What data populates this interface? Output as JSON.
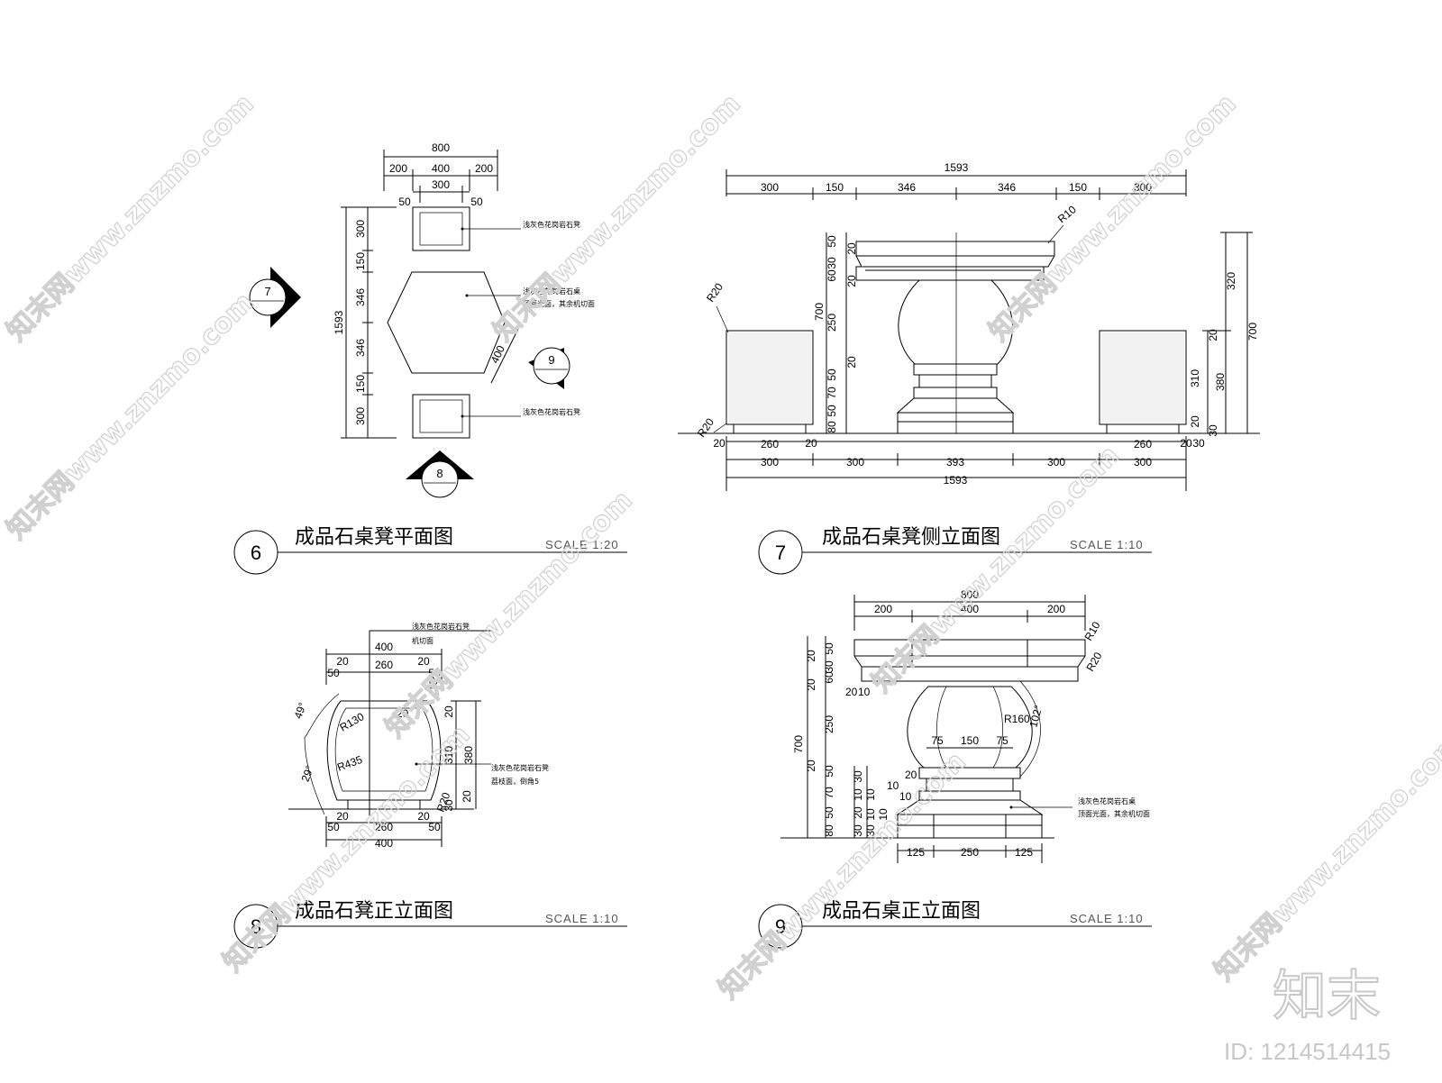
{
  "views": {
    "plan": {
      "number": "6",
      "title": "成品石桌凳平面图",
      "scale": "SCALE  1:20",
      "dims_top": [
        "800",
        "200",
        "400",
        "200",
        "300",
        "50",
        "50"
      ],
      "dims_left": [
        "1593",
        "300",
        "150",
        "346",
        "346",
        "150",
        "300"
      ],
      "dim_diag": "400",
      "notes": [
        "浅灰色花岗岩石凳",
        "浅灰色花岗岩石桌",
        "顶面光面，其余机切面",
        "浅灰色花岗岩石凳"
      ],
      "markers": [
        "7",
        "9",
        "8"
      ]
    },
    "side": {
      "number": "7",
      "title": "成品石桌凳侧立面图",
      "scale": "SCALE  1:10",
      "dims_top": [
        "1593",
        "300",
        "150",
        "346",
        "346",
        "150",
        "300"
      ],
      "dims_bottom": [
        "20",
        "260",
        "20",
        "260",
        "20",
        "30",
        "300",
        "300",
        "393",
        "300",
        "300",
        "1593"
      ],
      "dims_left": [
        "50",
        "20",
        "30",
        "60",
        "20",
        "700",
        "250",
        "20",
        "50",
        "70",
        "50",
        "80"
      ],
      "dims_right": [
        "320",
        "700",
        "20",
        "310",
        "380",
        "20",
        "30"
      ],
      "radii": [
        "R10",
        "R20",
        "R20"
      ]
    },
    "stool": {
      "number": "8",
      "title": "成品石凳正立面图",
      "scale": "SCALE  1:10",
      "dims_top": [
        "400",
        "20",
        "260",
        "20",
        "50",
        "50"
      ],
      "dims_bottom": [
        "20",
        "260",
        "20",
        "50",
        "50",
        "400"
      ],
      "dims_right": [
        "20",
        "310",
        "380",
        "30",
        "20"
      ],
      "labels": [
        "R20",
        "R130",
        "R435",
        "R20",
        "49°",
        "29°",
        "20"
      ],
      "notes": [
        "浅灰色花岗岩石凳",
        "机切面",
        "浅灰色花岗岩石凳",
        "荔枝面，倒角5"
      ]
    },
    "table": {
      "number": "9",
      "title": "成品石桌正立面图",
      "scale": "SCALE  1:10",
      "dims_top": [
        "800",
        "200",
        "400",
        "200"
      ],
      "dims_inner": [
        "75",
        "150",
        "75"
      ],
      "dims_bottom": [
        "125",
        "250",
        "125"
      ],
      "dims_left": [
        "20",
        "50",
        "30",
        "60",
        "20",
        "20",
        "10",
        "700",
        "250",
        "20",
        "50",
        "70",
        "50",
        "80"
      ],
      "dims_left2": [
        "20",
        "10",
        "10",
        "30",
        "10",
        "10",
        "20",
        "30",
        "30",
        "10",
        "10"
      ],
      "labels": [
        "R10",
        "R20",
        "R160",
        "102°"
      ],
      "notes": [
        "浅灰色花岗岩石桌",
        "顶面光面，其余机切面"
      ]
    }
  },
  "watermarks": [
    "知末网www.znzmo.com",
    "知末网www.znzmo.com",
    "知末网www.znzmo.com",
    "知末网www.znzmo.com",
    "知末网www.znzmo.com",
    "知末网www.znzmo.com",
    "知末网www.znzmo.com",
    "知末网www.znzmo.com",
    "知末网www.znzmo.com"
  ],
  "brand": "知末",
  "doc_id": "ID: 1214514415"
}
